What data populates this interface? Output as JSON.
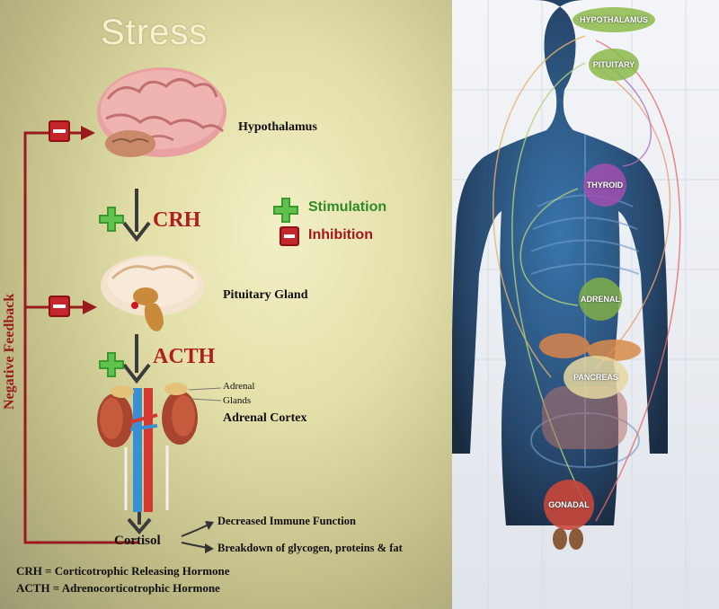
{
  "left": {
    "title": "Stress",
    "hypothalamus": "Hypothalamus",
    "pituitary": "Pituitary Gland",
    "crh": "CRH",
    "acth": "ACTH",
    "legend": {
      "stimulation": "Stimulation",
      "inhibition": "Inhibition"
    },
    "adrenal_line1": "Adrenal",
    "adrenal_line2": "Glands",
    "adrenal_cortex": "Adrenal Cortex",
    "cortisol": "Cortisol",
    "negative_feedback": "Negative Feedback",
    "effects": [
      "Decreased Immune Function",
      "Breakdown of glycogen, proteins & fat"
    ],
    "abbreviations": [
      "CRH = Corticotrophic Releasing Hormone",
      "ACTH = Adrenocorticotrophic Hormone"
    ]
  },
  "right": {
    "glands": [
      "HYPOTHALAMUS",
      "PITUITARY",
      "THYROID",
      "ADRENAL",
      "PANCREAS",
      "GONADAL"
    ]
  },
  "colors": {
    "feedback_red": "#9a1a1e",
    "hormone_red": "#b11d1f",
    "stimulation_green": "#3a9a2e",
    "inhibition_red": "#a3151b"
  },
  "icons": [
    "brain-icon",
    "brain-section-icon",
    "kidneys-icon",
    "plus-icon",
    "minus-icon",
    "human-body-icon"
  ]
}
